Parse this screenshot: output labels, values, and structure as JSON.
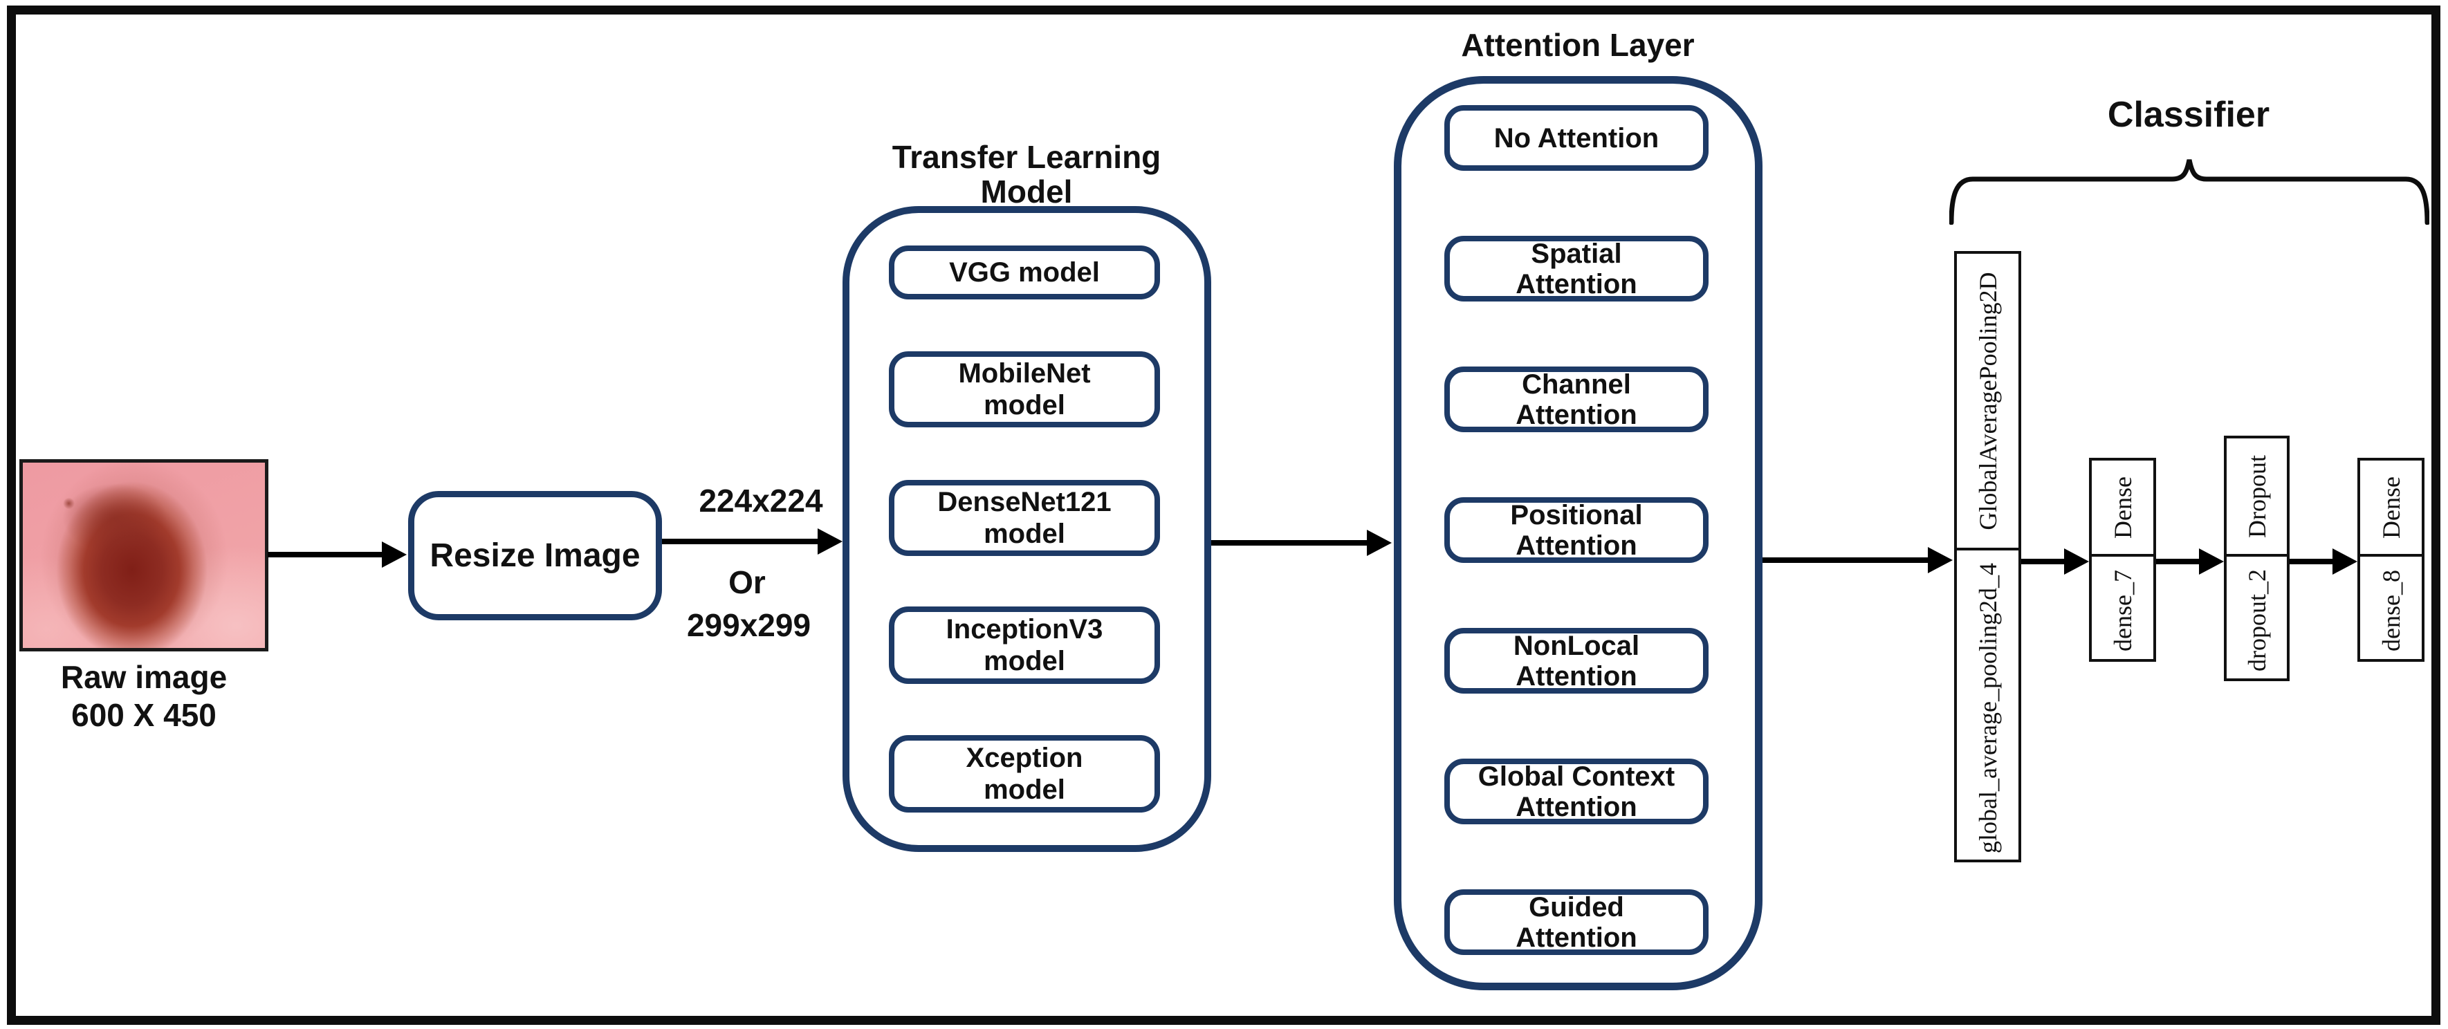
{
  "input": {
    "caption": "Raw image\n600 X 450"
  },
  "preprocess": {
    "resize_label": "Resize Image",
    "size_top": "224x224",
    "size_or": "Or",
    "size_bottom": "299x299"
  },
  "transfer_learning": {
    "title": "Transfer Learning\nModel",
    "models": [
      "VGG model",
      "MobileNet\nmodel",
      "DenseNet121\nmodel",
      "InceptionV3\nmodel",
      "Xception\nmodel"
    ]
  },
  "attention": {
    "title": "Attention Layer",
    "types": [
      "No Attention",
      "Spatial\nAttention",
      "Channel\nAttention",
      "Positional\nAttention",
      "NonLocal\nAttention",
      "Global Context\nAttention",
      "Guided\nAttention"
    ]
  },
  "classifier": {
    "title": "Classifier",
    "layers": [
      {
        "class_name": "GlobalAveragePooling2D",
        "layer_name": "global_average_pooling2d_4"
      },
      {
        "class_name": "Dense",
        "layer_name": "dense_7"
      },
      {
        "class_name": "Dropout",
        "layer_name": "dropout_2"
      },
      {
        "class_name": "Dense",
        "layer_name": "dense_8"
      }
    ]
  },
  "colors": {
    "navy": "#1d3a66",
    "ink": "#0d0d0d"
  }
}
